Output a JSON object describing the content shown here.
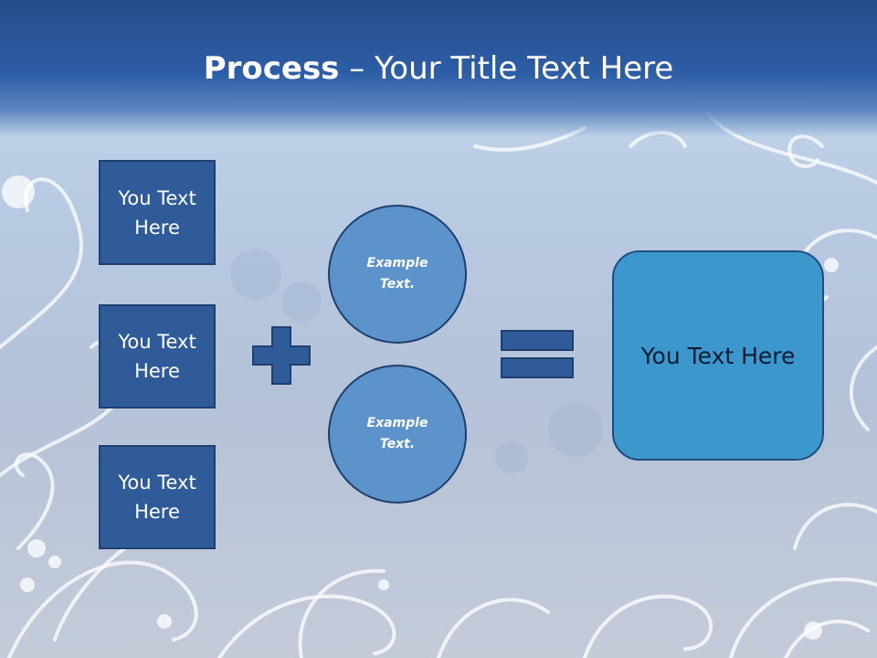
{
  "title": {
    "bold": "Process",
    "rest": " – Your Title Text Here"
  },
  "left_boxes": [
    {
      "label": "You Text\nHere"
    },
    {
      "label": "You Text\nHere"
    },
    {
      "label": "You Text\nHere"
    }
  ],
  "operators": {
    "plus": "plus-icon",
    "equals": "equals-icon"
  },
  "circles": [
    {
      "label": "Example\nText."
    },
    {
      "label": "Example\nText."
    }
  ],
  "result": {
    "label": "You Text Here"
  },
  "colors": {
    "title_bar": "#2d5ea6",
    "box_fill": "#2f5b99",
    "circle_fill": "#5d93cb",
    "result_fill": "#3b97cc",
    "outline": "#1f3f6e"
  }
}
